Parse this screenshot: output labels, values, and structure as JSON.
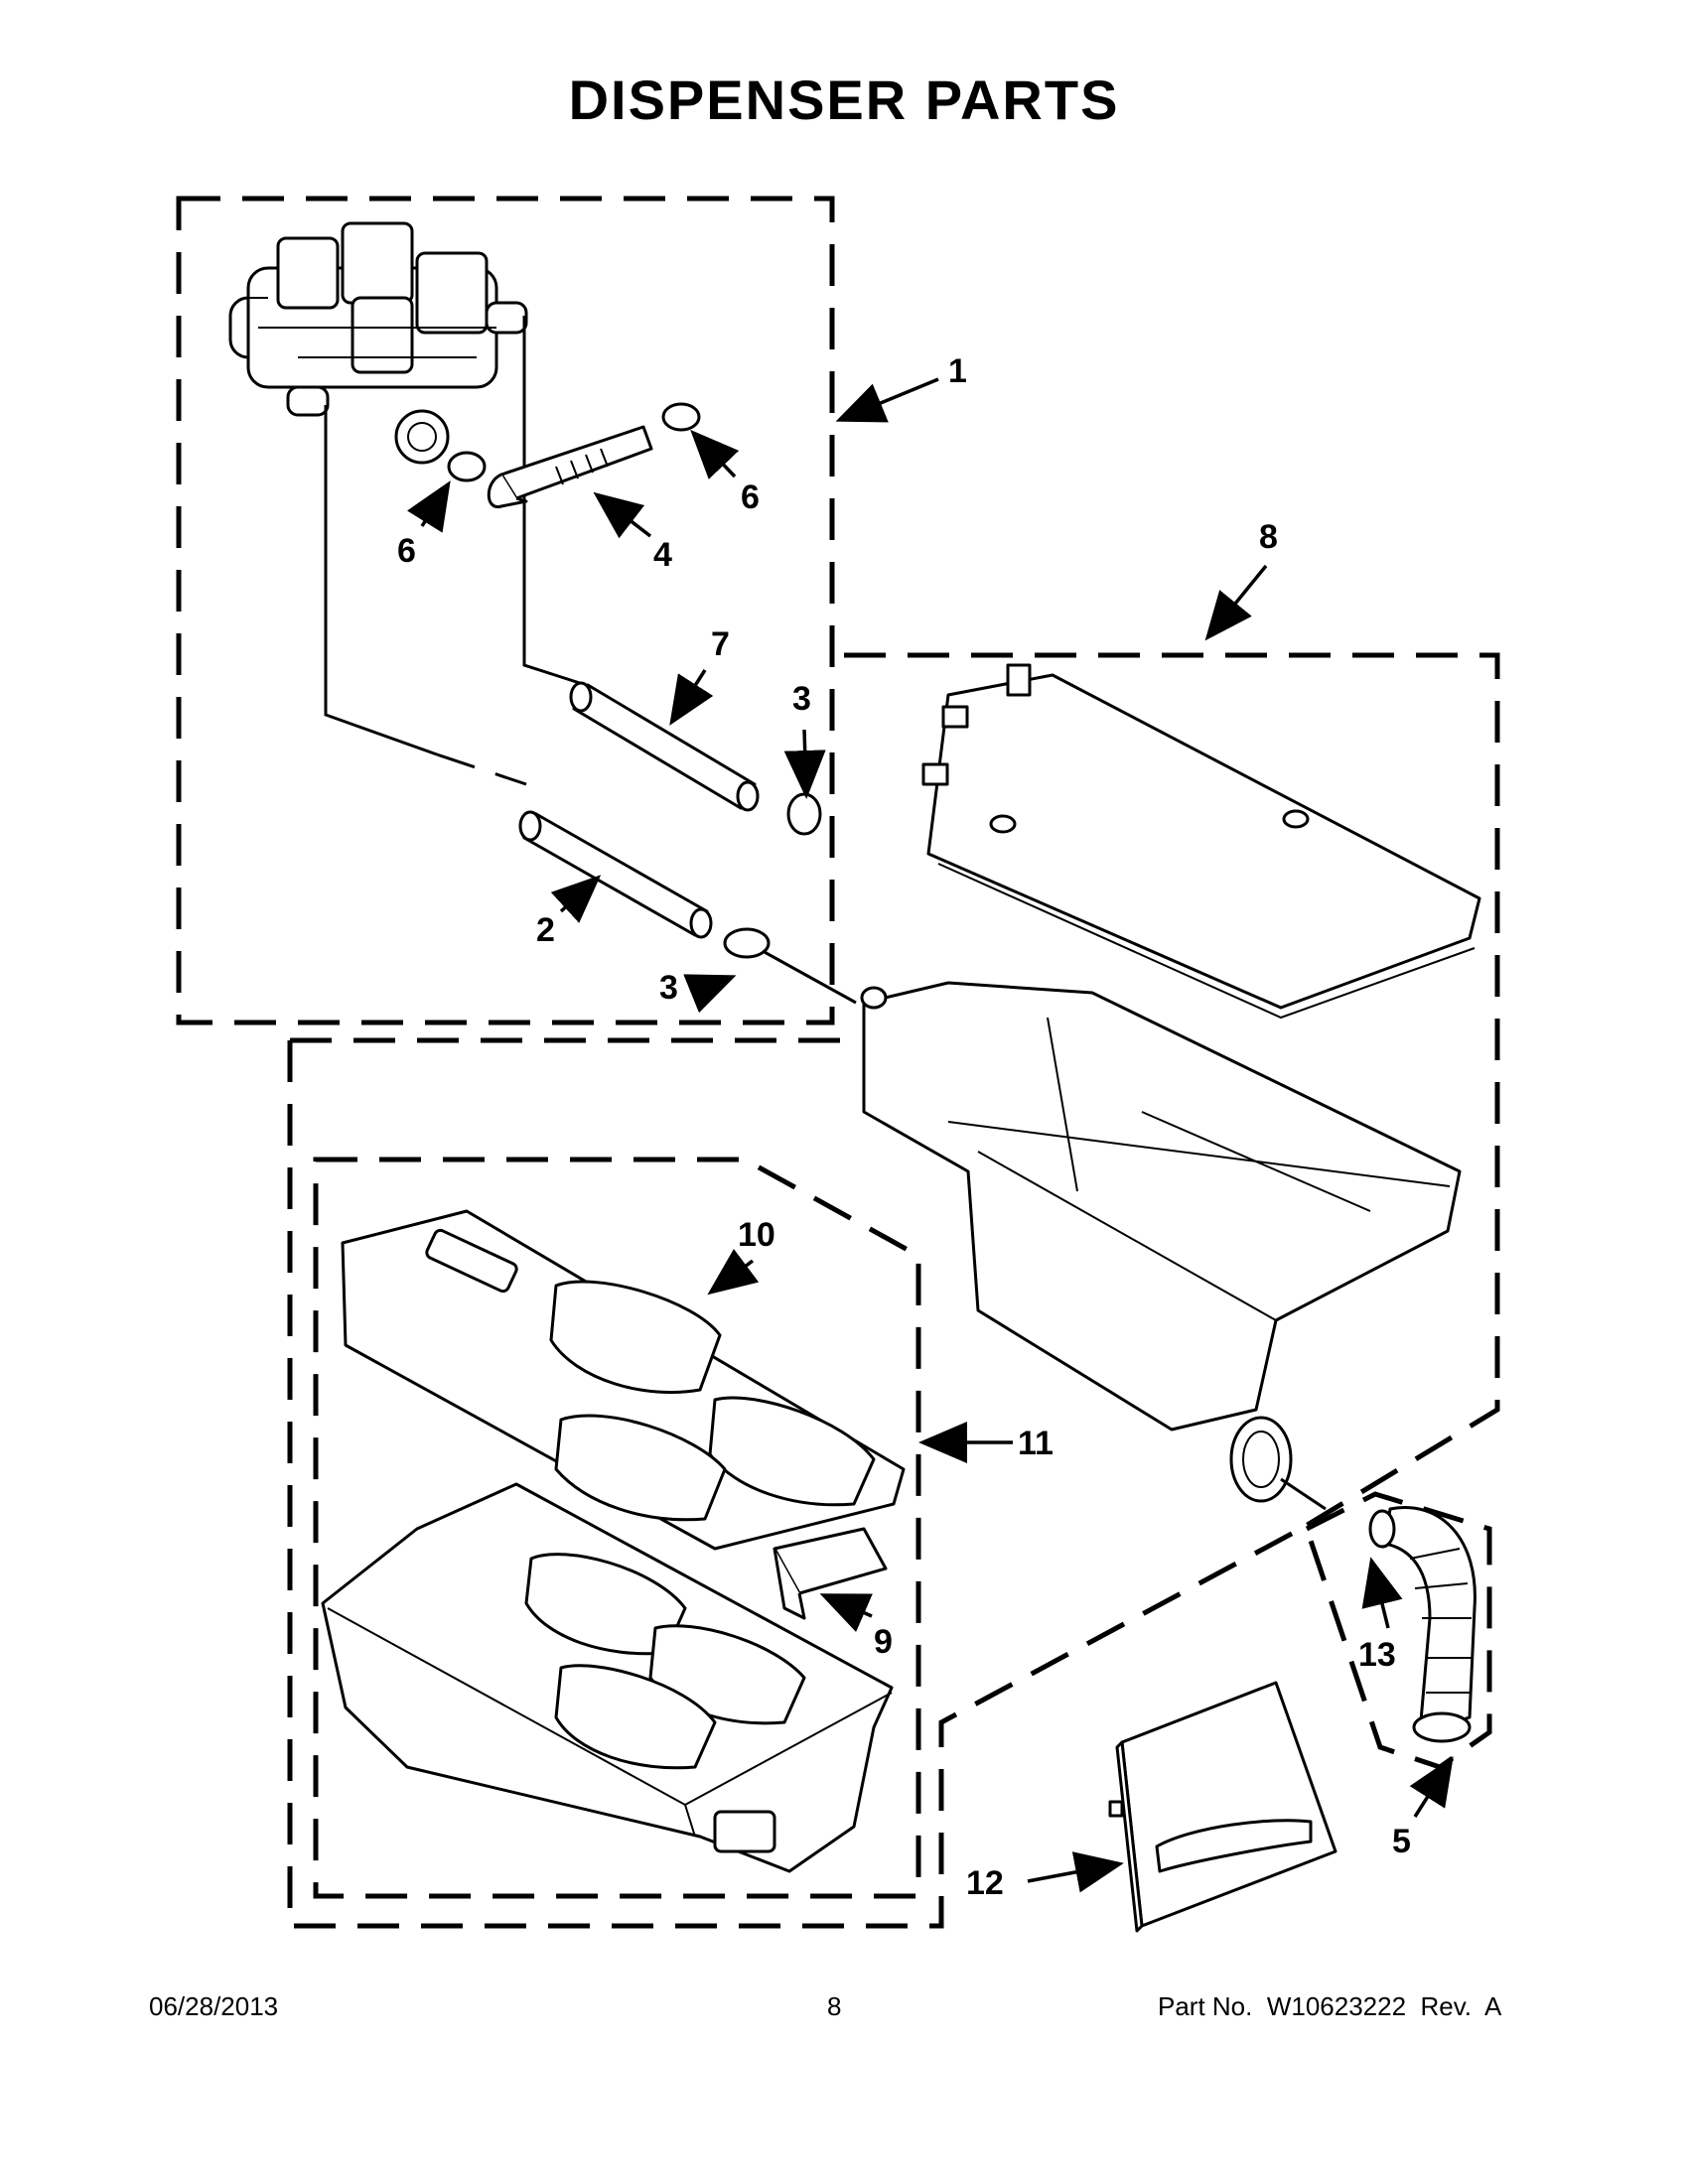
{
  "title": "DISPENSER PARTS",
  "callouts": {
    "c1": "1",
    "c2": "2",
    "c3a": "3",
    "c3b": "3",
    "c4": "4",
    "c5": "5",
    "c6a": "6",
    "c6b": "6",
    "c7": "7",
    "c8": "8",
    "c9": "9",
    "c10": "10",
    "c11": "11",
    "c12": "12",
    "c13": "13"
  },
  "footer": {
    "date": "06/28/2013",
    "page": "8",
    "part_no": "Part No.  W10623222  Rev.  A"
  }
}
